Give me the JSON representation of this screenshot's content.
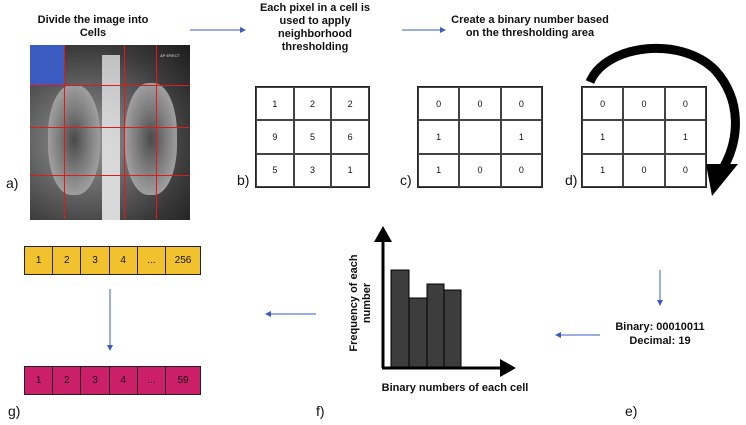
{
  "captions": {
    "a_title": "Divide the image into\nCells",
    "b_title": "Each pixel in a cell is\nused to apply\nneighborhood\nthresholding",
    "c_title": "Create a binary number based\non the thresholding area"
  },
  "xray_tag": "AP ERECT",
  "panel_labels": {
    "a": "a)",
    "b": "b)",
    "c": "c)",
    "d": "d)",
    "e": "e)",
    "f": "f)",
    "g": "g)"
  },
  "grid_b": [
    "1",
    "2",
    "2",
    "9",
    "5",
    "6",
    "5",
    "3",
    "1"
  ],
  "grid_c": [
    "0",
    "0",
    "0",
    "1",
    "",
    "1",
    "1",
    "0",
    "0"
  ],
  "grid_d": [
    "0",
    "0",
    "0",
    "1",
    "",
    "1",
    "1",
    "0",
    "0"
  ],
  "binary": {
    "binary_text": "Binary: 00010011",
    "decimal_text": "Decimal: 19"
  },
  "histogram": {
    "ylabel": "Frequency of each\nnumber",
    "xlabel": "Binary numbers of each cell"
  },
  "strip_top": [
    "1",
    "2",
    "3",
    "4",
    "...",
    "256"
  ],
  "strip_bottom": [
    "1",
    "2",
    "3",
    "4",
    "...",
    "59"
  ],
  "colors": {
    "arrow": "#3a5bbf",
    "strip_top": "#f2c12e",
    "strip_bottom": "#cc1f6a",
    "grid_line": "#e01a1a"
  }
}
